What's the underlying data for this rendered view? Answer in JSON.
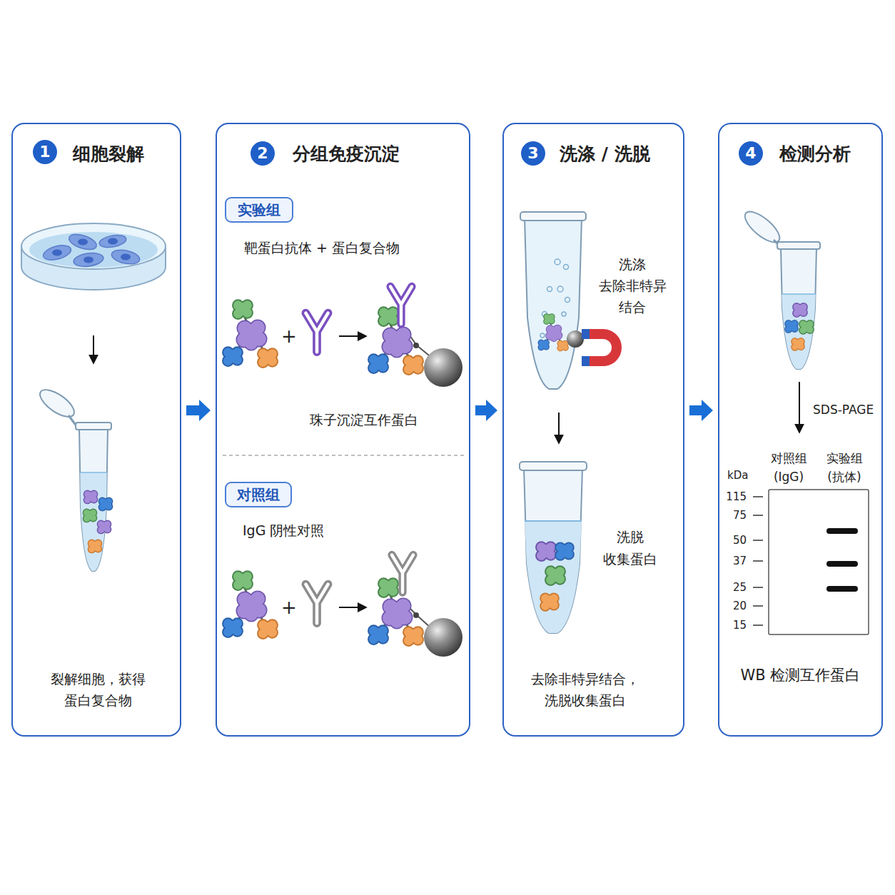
{
  "diagram": {
    "nodes": [
      {
        "text": [
          "细胞裂解",
          "裂解细胞，获得 蛋白复合物"
        ]
      },
      {
        "text": [
          "1"
        ],
        "in": 0
      },
      {
        "text": [
          "分组免疫沉淀",
          "靶蛋白抗体 + 蛋白复合物",
          "珠子沉淀互作蛋白",
          "IgG 阴性对照"
        ]
      },
      {
        "text": [
          "2"
        ],
        "in": 2
      },
      {
        "text": [
          "实验组"
        ],
        "in": 2
      },
      {
        "text": [
          "对照组"
        ],
        "in": 2
      },
      {
        "text": [
          "洗涤 / 洗脱",
          "洗涤 去除非特异 结合",
          "洗脱 收集蛋白",
          "去除非特异结合， 洗脱收集蛋白"
        ]
      },
      {
        "text": [
          "3"
        ],
        "in": 6
      },
      {
        "text": [
          "检测分析",
          "SDS-PAGE",
          "WB 检测互作蛋白"
        ]
      },
      {
        "text": [
          "4"
        ],
        "in": 8
      }
    ],
    "edges": [
      {
        "from": 0,
        "to": 2,
        "arrow": "to"
      },
      {
        "from": 2,
        "to": 6,
        "arrow": "to"
      },
      {
        "from": 6,
        "to": 8,
        "arrow": "to"
      }
    ],
    "labels": [
      "+",
      "+",
      "kDa",
      "115",
      "75",
      "50",
      "37",
      "25",
      "20",
      "15",
      "对照组 (IgG)",
      "实验组 (抗体)"
    ]
  }
}
